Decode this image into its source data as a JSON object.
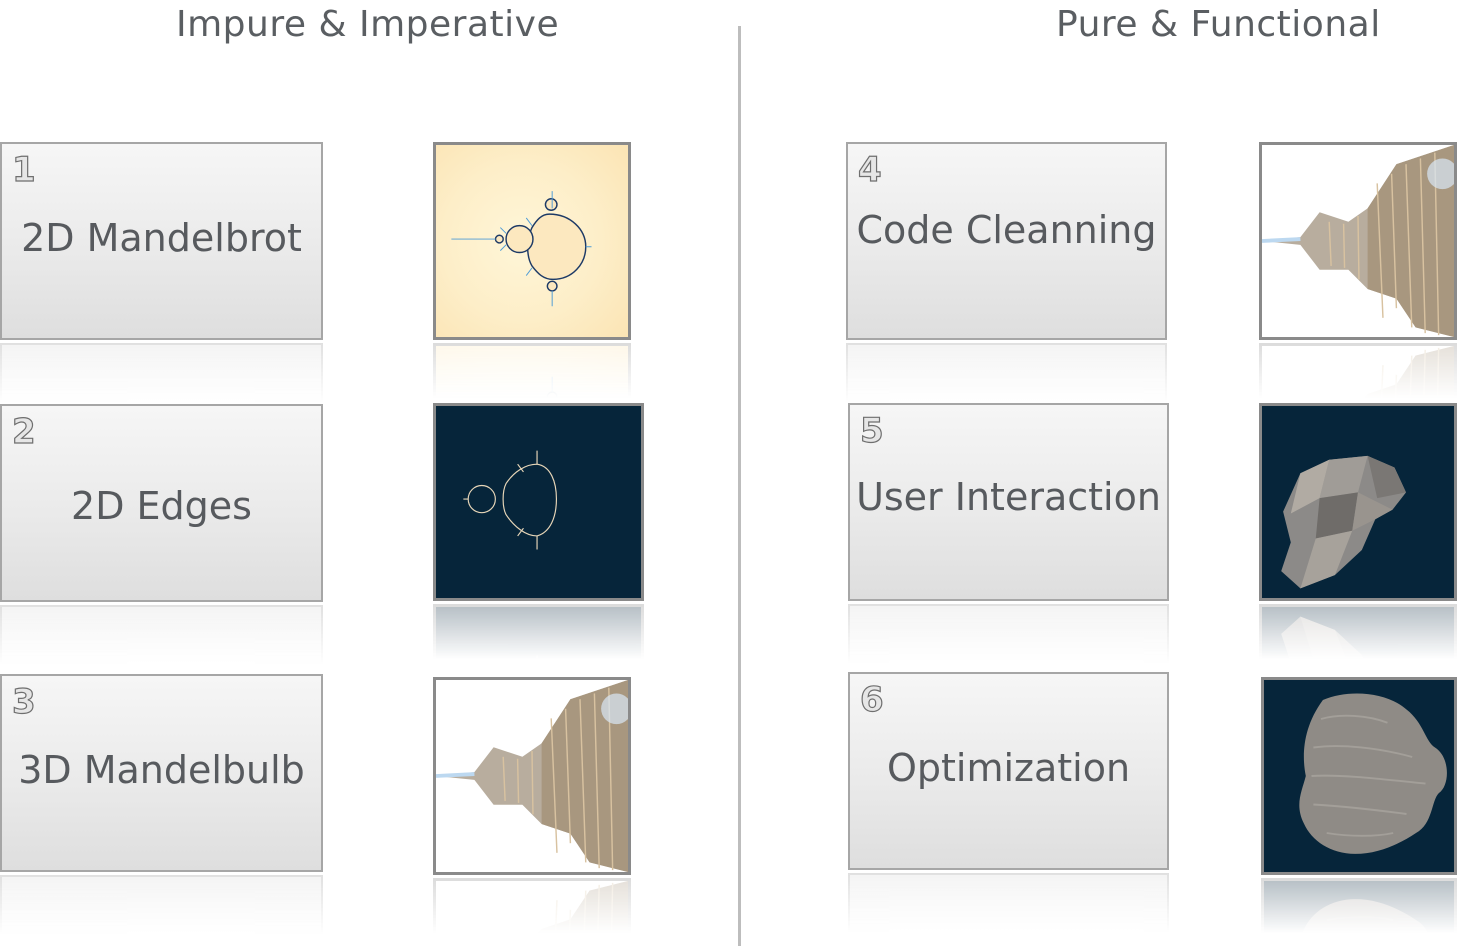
{
  "left_heading": "Impure & Imperative",
  "right_heading": "Pure & Functional",
  "steps": [
    {
      "number": "1",
      "title": "2D Mandelbrot"
    },
    {
      "number": "2",
      "title": "2D Edges"
    },
    {
      "number": "3",
      "title": "3D Mandelbulb"
    },
    {
      "number": "4",
      "title": "Code Cleanning"
    },
    {
      "number": "5",
      "title": "User Interaction"
    },
    {
      "number": "6",
      "title": "Optimization"
    }
  ],
  "colors": {
    "heading_text": "#5a5e62",
    "card_border": "#a6a6a6",
    "dark_background": "#06253a",
    "divider": "#bdbdbd"
  },
  "icons": {
    "thumb_1": "mandelbrot-2d-icon",
    "thumb_2": "mandelbrot-edges-icon",
    "thumb_3": "mandelbulb-3d-icon",
    "thumb_4": "mandelbulb-3d-clean-icon",
    "thumb_5": "mandelbulb-lowpoly-icon",
    "thumb_6": "mandelbulb-optimized-icon"
  }
}
